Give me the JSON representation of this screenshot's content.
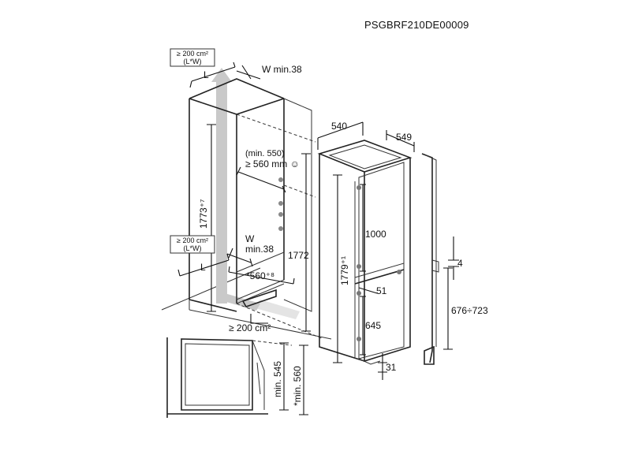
{
  "reference_code": "PSGBRF210DE00009",
  "vent_top": {
    "line1": "≥ 200 cm²",
    "line2": "(L*W)"
  },
  "vent_bottom": {
    "line1": "≥ 200 cm²",
    "line2": "(L*W)"
  },
  "labels": {
    "L_top": "L",
    "W_top": "W min.38",
    "height_1773": "1773⁺⁷",
    "min550": "(min. 550)",
    "ge560": "≥ 560 mm ☺",
    "W_bottom_1": "W",
    "W_bottom_2": "min.38",
    "L_bottom": "L",
    "niche_560": "*560⁺⁸",
    "niche_1772": "1772",
    "floor_vent": "≥ 200 cm²",
    "depth_540": "540",
    "depth_549": "549",
    "upper_1000": "1000",
    "height_1779": "1779⁺¹",
    "gap_51": "51",
    "lower_645": "645",
    "bottom_31": "31",
    "side_4": "4",
    "door_676_723": "676÷723",
    "min545": "min. 545",
    "min560": "*min. 560"
  },
  "colors": {
    "line": "#222222",
    "vent_arrow": "#c9c9c9",
    "background": "#ffffff"
  }
}
